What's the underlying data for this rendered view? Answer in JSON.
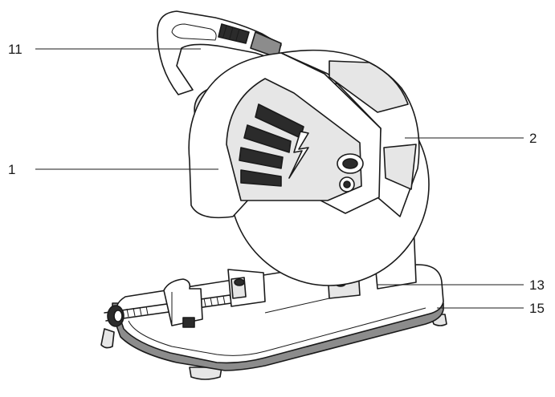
{
  "figure": {
    "callouts": [
      {
        "id": "c11",
        "label": "11"
      },
      {
        "id": "c1",
        "label": "1"
      },
      {
        "id": "c2",
        "label": "2"
      },
      {
        "id": "c13",
        "label": "13"
      },
      {
        "id": "c15",
        "label": "15"
      }
    ],
    "colors": {
      "ink": "#1a1a1a",
      "light_fill": "#e6e6e6",
      "mid_fill": "#8c8c8c",
      "dark_fill": "#2b2b2b",
      "background": "#ffffff"
    }
  }
}
